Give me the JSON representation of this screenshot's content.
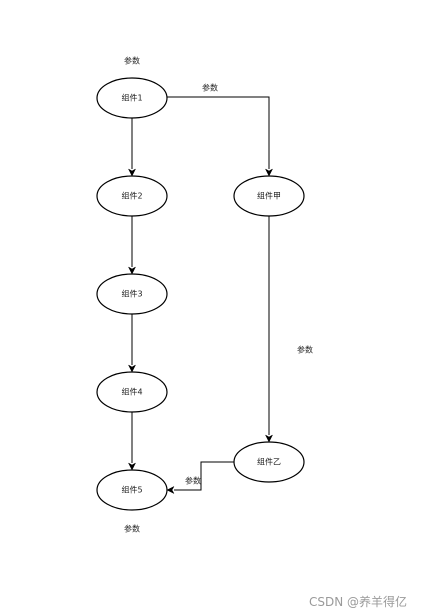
{
  "diagram": {
    "nodes": [
      {
        "id": "n1",
        "label": "组件1"
      },
      {
        "id": "n2",
        "label": "组件2"
      },
      {
        "id": "n3",
        "label": "组件3"
      },
      {
        "id": "n4",
        "label": "组件4"
      },
      {
        "id": "n5",
        "label": "组件5"
      },
      {
        "id": "nA",
        "label": "组件甲"
      },
      {
        "id": "nB",
        "label": "组件乙"
      }
    ],
    "edges": [
      {
        "id": "e1",
        "from": "n1",
        "to": "n2"
      },
      {
        "id": "e2",
        "from": "n2",
        "to": "n3"
      },
      {
        "id": "e3",
        "from": "n3",
        "to": "n4"
      },
      {
        "id": "e4",
        "from": "n4",
        "to": "n5"
      },
      {
        "id": "e5",
        "from": "n1",
        "to": "nA"
      },
      {
        "id": "e6",
        "from": "nA",
        "to": "nB"
      },
      {
        "id": "e7",
        "from": "nB",
        "to": "n5"
      }
    ],
    "labels": [
      {
        "id": "l1",
        "text": "参数"
      },
      {
        "id": "l2",
        "text": "参数"
      },
      {
        "id": "l3",
        "text": "参数"
      },
      {
        "id": "l4",
        "text": "参数"
      },
      {
        "id": "l5",
        "text": "参数"
      }
    ]
  },
  "watermark": "CSDN @养羊得亿"
}
